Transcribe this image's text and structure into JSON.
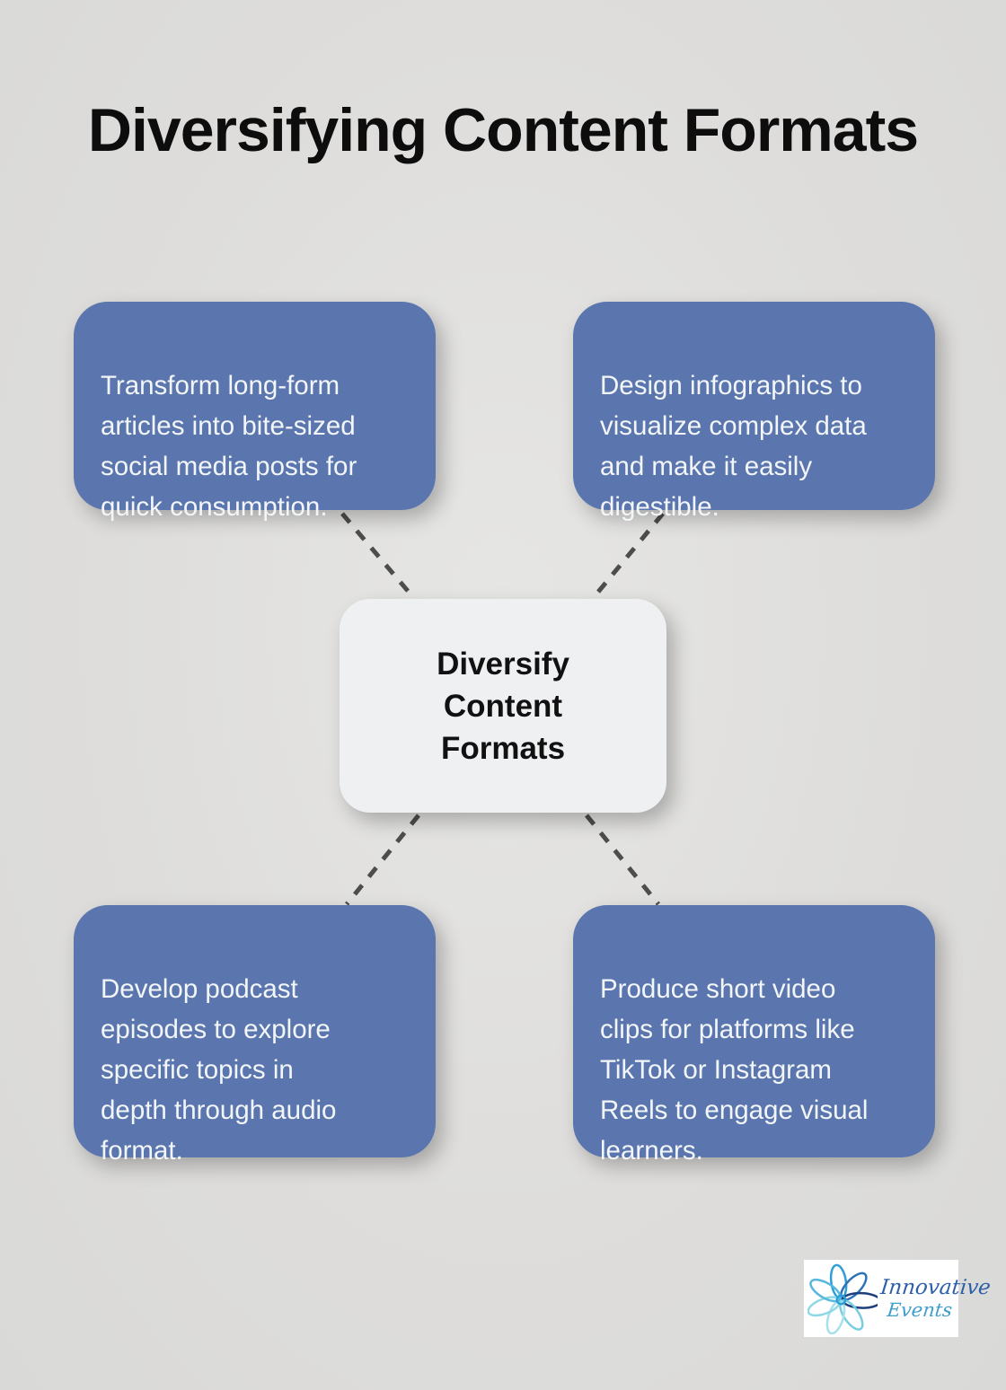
{
  "page": {
    "title": "Diversifying Content Formats",
    "background_color": "#dedddb",
    "card_color": "#5b76ae",
    "card_text_color": "#f3f6f8",
    "center_card_color": "#eff0f2",
    "connector_color": "#4d4d4d",
    "title_color": "#0d0d0d"
  },
  "center": {
    "text": "Diversify\nContent\nFormats"
  },
  "nodes": [
    {
      "position": "top-left",
      "text": "Transform long-form\narticles into bite-sized\nsocial media posts for\nquick consumption."
    },
    {
      "position": "top-right",
      "text": "Design infographics to\nvisualize complex data\nand make it easily\ndigestible."
    },
    {
      "position": "bottom-left",
      "text": "Develop podcast\nepisodes to explore\nspecific topics in\ndepth through audio\nformat."
    },
    {
      "position": "bottom-right",
      "text": "Produce short video\nclips for platforms like\nTikTok or Instagram\nReels to engage visual\nlearners."
    }
  ],
  "logo": {
    "brand_line1": "Innovative",
    "brand_line2": "Events",
    "icon": "lotus-flower-icon",
    "colors": [
      "#2d9fd6",
      "#2f72b8",
      "#1d3f7e",
      "#79cde0",
      "#a7dfeb",
      "#8fd8e6",
      "#57b7dc"
    ]
  }
}
